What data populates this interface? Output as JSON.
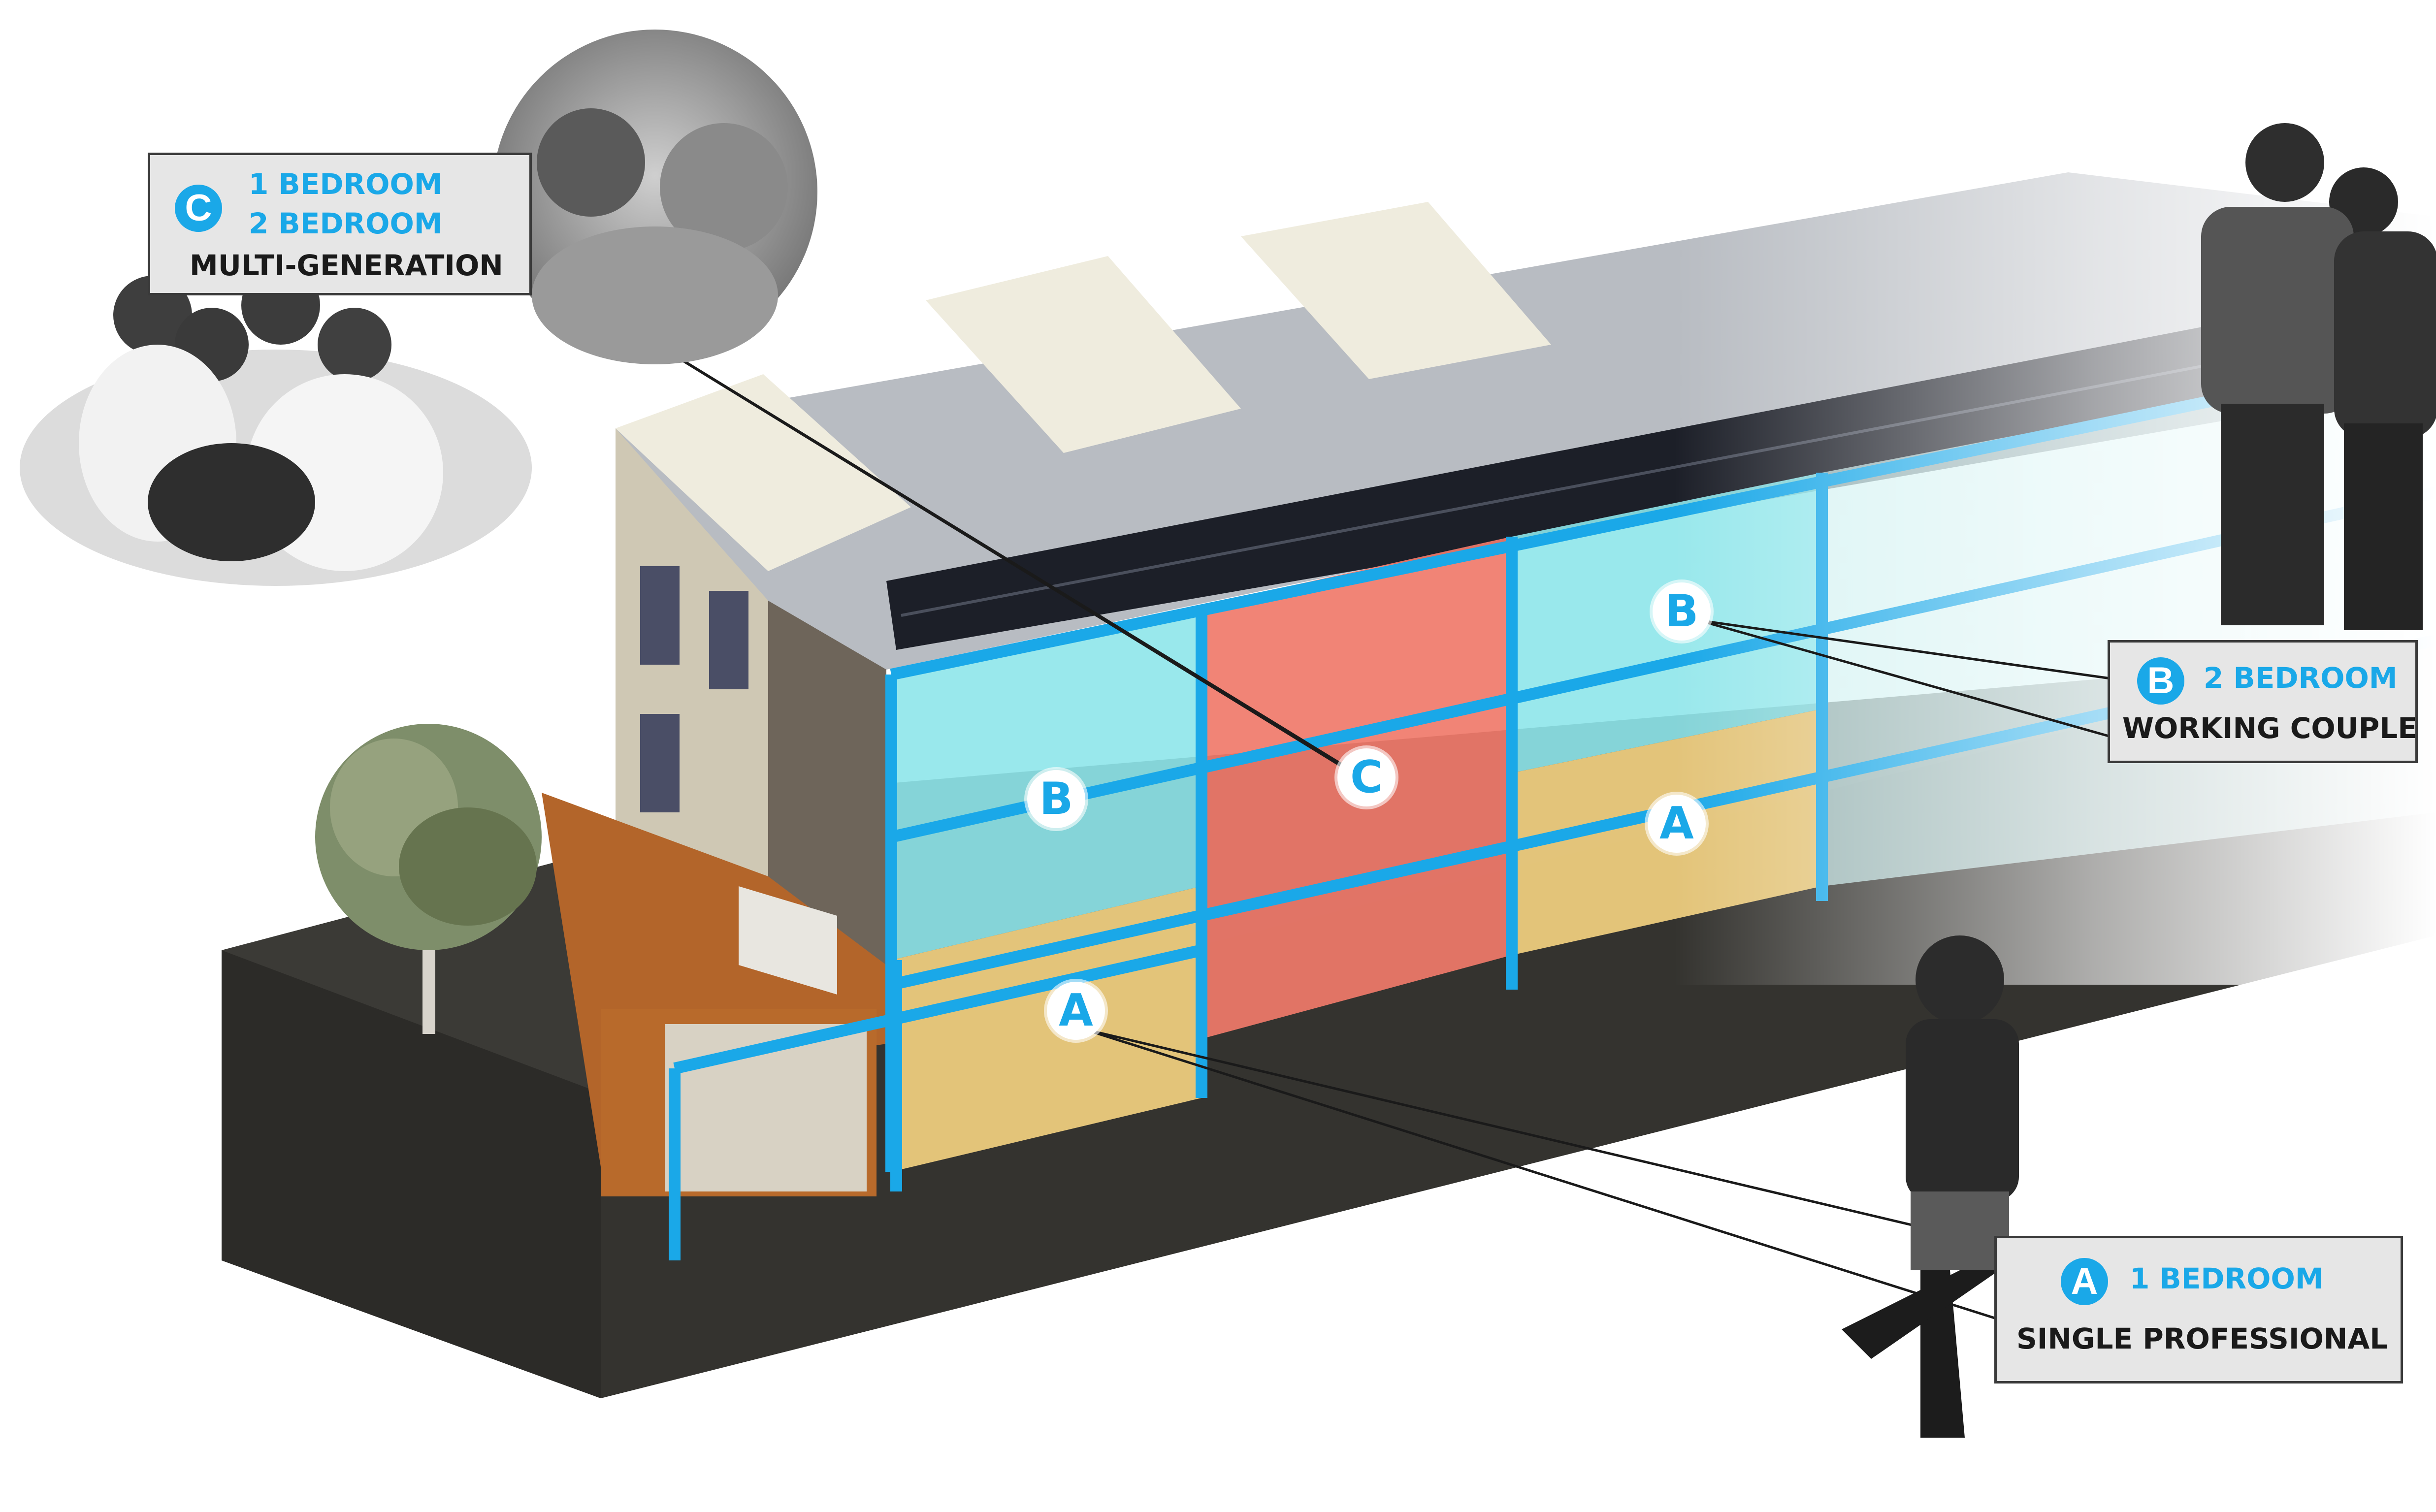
{
  "colors": {
    "accent_blue": "#1aa8e8",
    "unit_a_yellow": "#f2d080",
    "unit_b_cyan": "#8ee6ea",
    "unit_c_red": "#f07a6a",
    "ground": "#3b3a36",
    "callout_bg": "#e6e6e6"
  },
  "unit_tags": {
    "a": "A",
    "b": "B",
    "c": "C"
  },
  "callouts": {
    "c": {
      "letter": "C",
      "line1": "1 BEDROOM",
      "line2": "2 BEDROOM",
      "line3": "MULTI-GENERATION",
      "photo": "grandmother-and-child-photo",
      "photo2": "family-of-four-photo"
    },
    "b": {
      "letter": "B",
      "line1": "2 BEDROOM",
      "line2": "WORKING COUPLE",
      "photo": "couple-photo"
    },
    "a": {
      "letter": "A",
      "line1": "1 BEDROOM",
      "line2": "SINGLE PROFESSIONAL",
      "photo": "single-woman-photo"
    }
  }
}
